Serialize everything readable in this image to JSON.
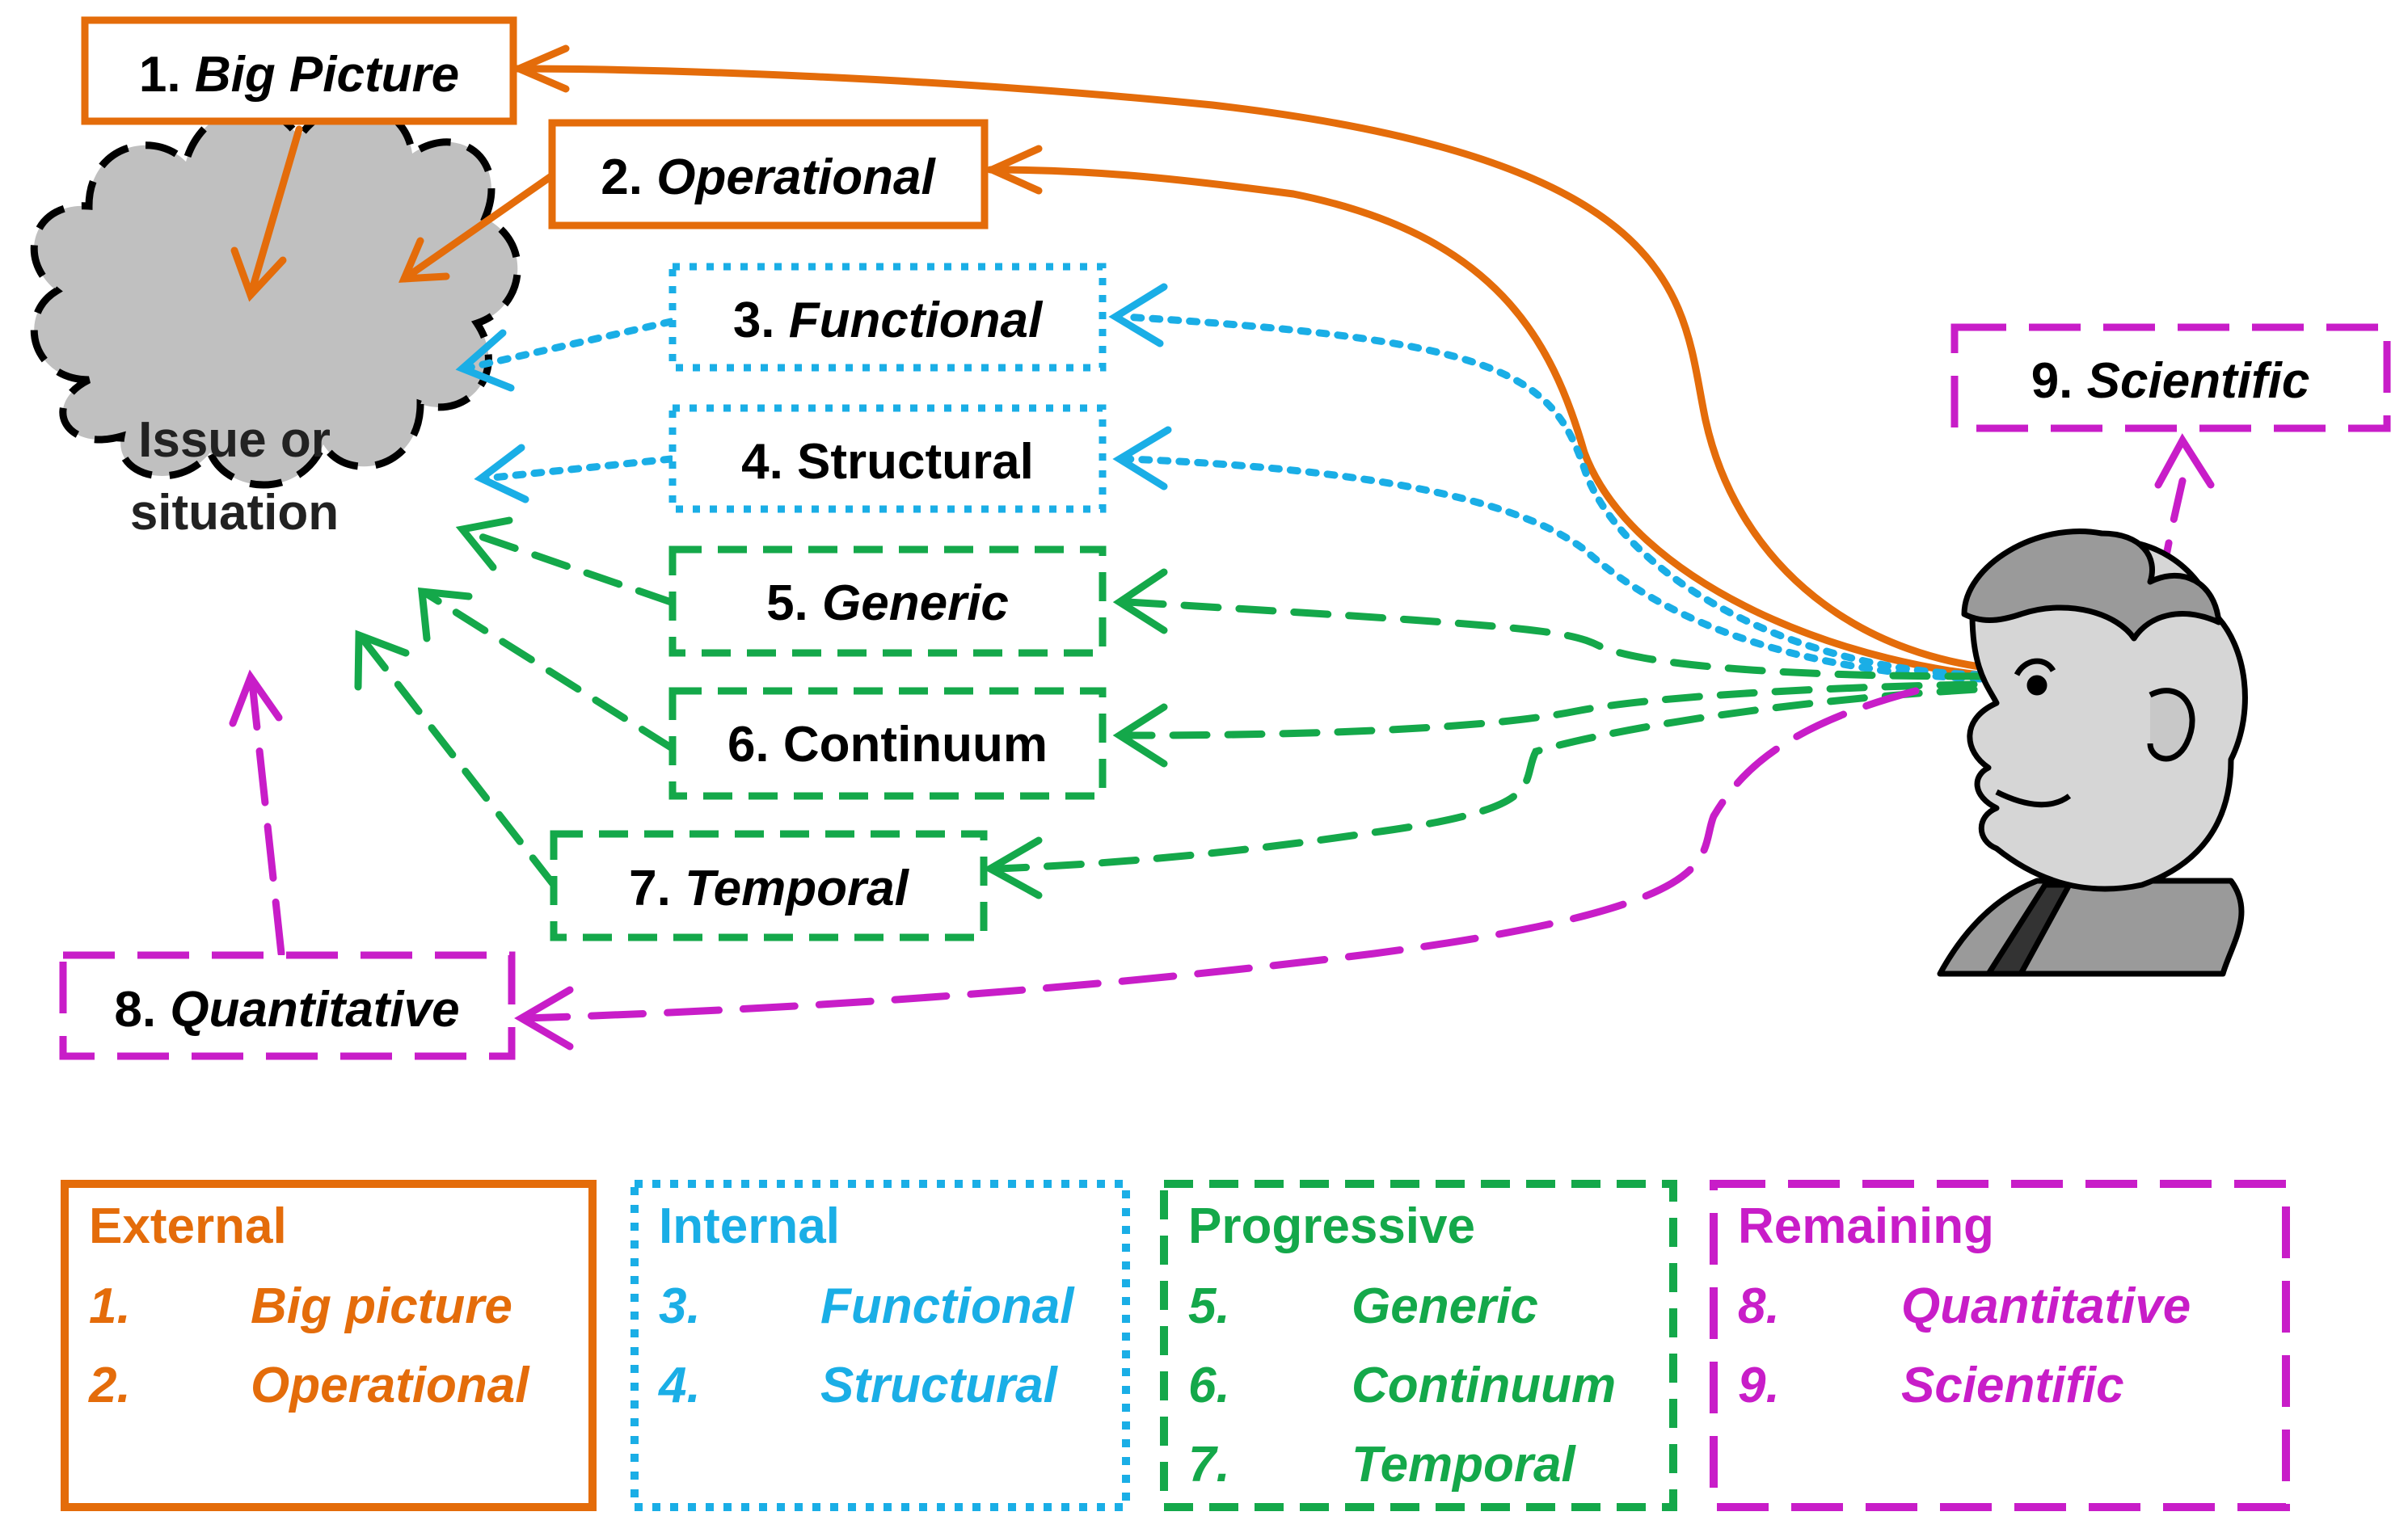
{
  "colors": {
    "external": "#E46C0A",
    "internal": "#1AAEE6",
    "progressive": "#14A84A",
    "remaining": "#C81DC8",
    "cloud_fill": "#C0C0C0",
    "cloud_stroke": "#000000"
  },
  "cloud": {
    "line1": "Issue or",
    "line2": "situation"
  },
  "boxes": {
    "b1": {
      "num": "1.",
      "name": "Big Picture"
    },
    "b2": {
      "num": "2.",
      "name": "Operational"
    },
    "b3": {
      "num": "3.",
      "name": "Functional"
    },
    "b4": {
      "num": "4.",
      "name": "Structural"
    },
    "b5": {
      "num": "5.",
      "name": "Generic"
    },
    "b6": {
      "num": "6.",
      "name": "Continuum"
    },
    "b7": {
      "num": "7.",
      "name": "Temporal"
    },
    "b8": {
      "num": "8.",
      "name": "Quantitative"
    },
    "b9": {
      "num": "9.",
      "name": "Scientific"
    }
  },
  "legend": {
    "external": {
      "title": "External",
      "items": [
        {
          "num": "1.",
          "label": "Big picture"
        },
        {
          "num": "2.",
          "label": "Operational"
        }
      ]
    },
    "internal": {
      "title": "Internal",
      "items": [
        {
          "num": "3.",
          "label": "Functional"
        },
        {
          "num": "4.",
          "label": "Structural"
        }
      ]
    },
    "progressive": {
      "title": "Progressive",
      "items": [
        {
          "num": "5.",
          "label": "Generic"
        },
        {
          "num": "6.",
          "label": "Continuum"
        },
        {
          "num": "7.",
          "label": "Temporal"
        }
      ]
    },
    "remaining": {
      "title": "Remaining",
      "items": [
        {
          "num": "8.",
          "label": "Quantitative"
        },
        {
          "num": "9.",
          "label": "Scientific"
        }
      ]
    }
  },
  "icons": {
    "observer": "thinking-man-icon",
    "cloud": "cloud-icon"
  }
}
